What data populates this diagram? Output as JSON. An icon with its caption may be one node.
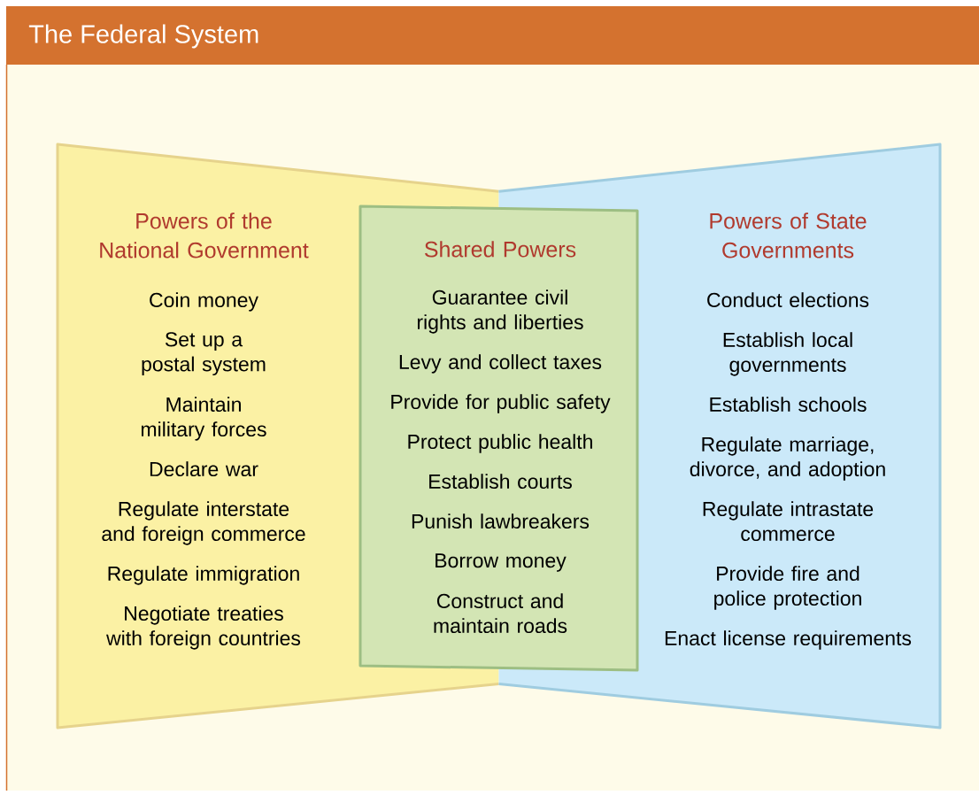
{
  "diagram": {
    "title": "The Federal System",
    "nodes": [
      {
        "text": [
          "Powers of the National Government",
          "Coin money",
          "Set up a postal system",
          "Maintain military forces",
          "Declare war",
          "Regulate interstate and foreign commerce",
          "Regulate immigration",
          "Negotiate treaties with foreign countries"
        ]
      },
      {
        "text": [
          "Shared Powers",
          "Guarantee civil rights and liberties",
          "Levy and collect taxes",
          "Provide for public safety",
          "Protect public health",
          "Establish courts",
          "Punish lawbreakers",
          "Borrow money",
          "Construct and maintain roads"
        ]
      },
      {
        "text": [
          "Powers of State Governments",
          "Conduct elections",
          "Establish local governments",
          "Establish schools",
          "Regulate marriage, divorce, and adoption",
          "Regulate intrastate commerce",
          "Provide fire and police protection",
          "Enact license requirements"
        ]
      }
    ]
  }
}
